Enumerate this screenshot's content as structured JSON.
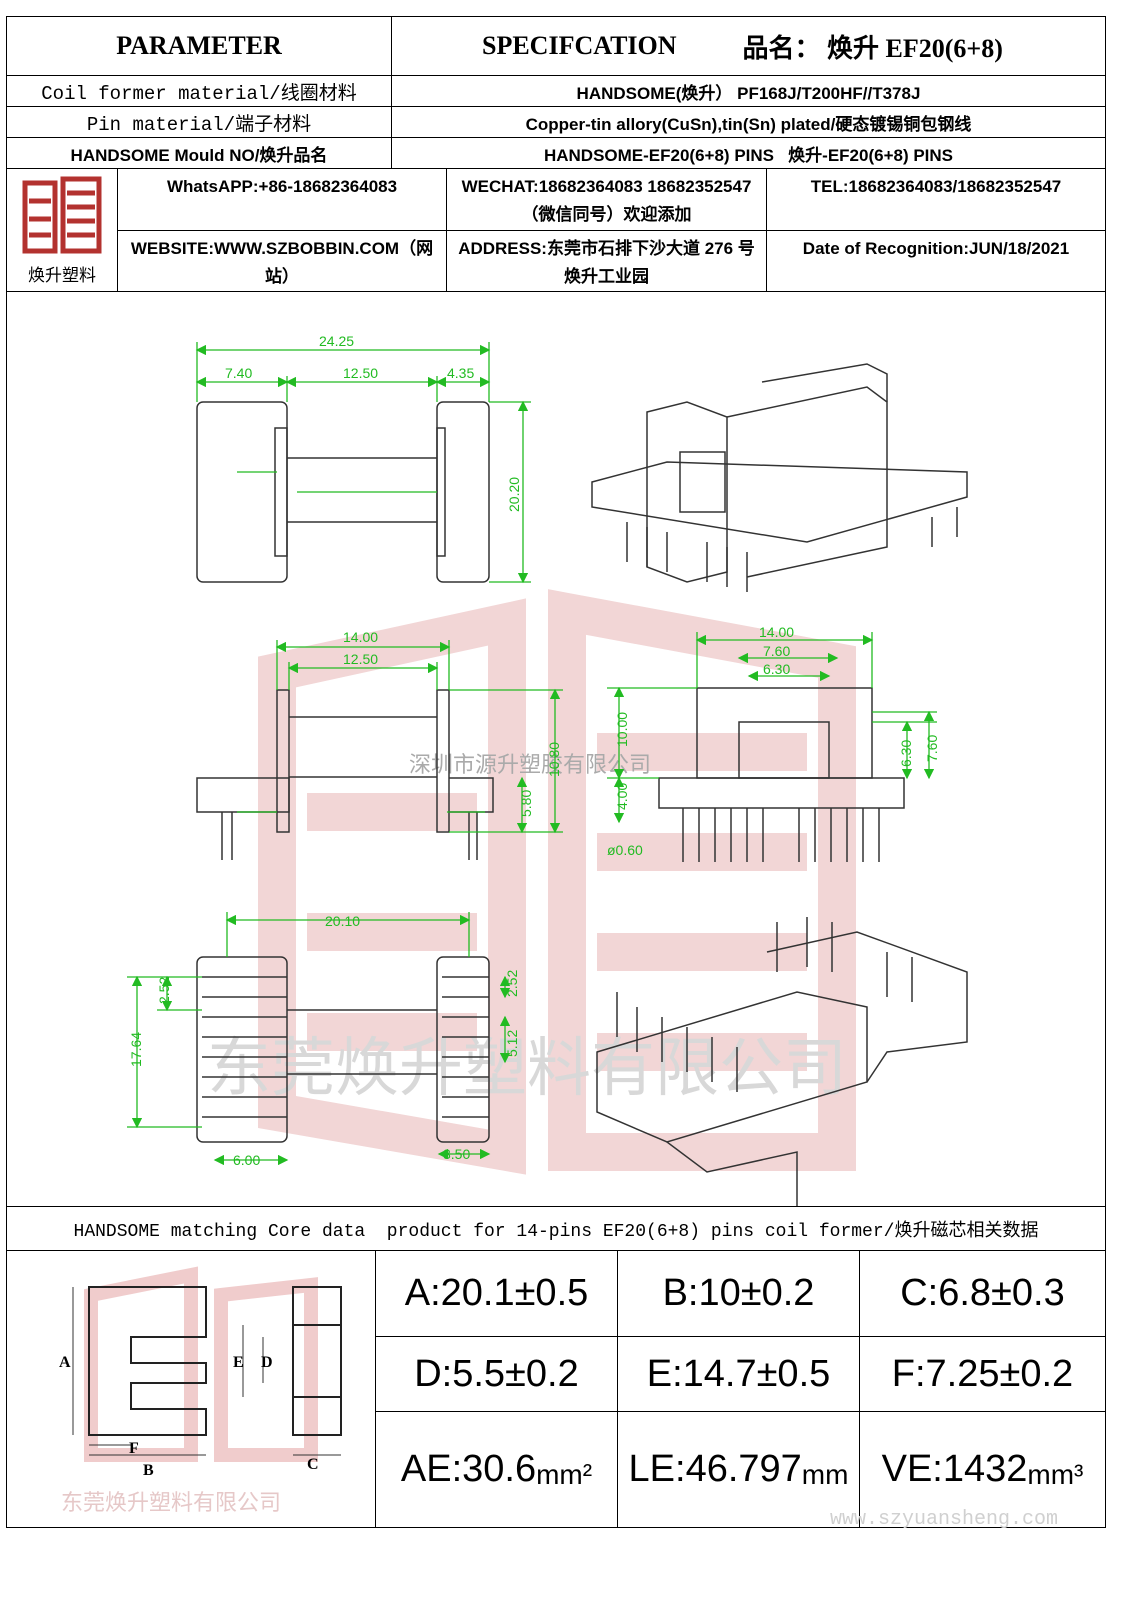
{
  "header": {
    "parameter": "PARAMETER",
    "specification": "SPECIFCATION",
    "product_name": "品名： 焕升 EF20(6+8)"
  },
  "rows": [
    {
      "label": "Coil former material/线圈材料",
      "value": "HANDSOME(焕升） PF168J/T200HF//T378J"
    },
    {
      "label": "Pin material/端子材料",
      "value": "Copper-tin allory(CuSn),tin(Sn) plated/硬态镀锡铜包钢线"
    },
    {
      "label": "HANDSOME Mould NO/焕升品名",
      "value": "HANDSOME-EF20(6+8) PINS   焕升-EF20(6+8) PINS"
    }
  ],
  "company": {
    "logo_text": "焕升塑料",
    "whatsapp": "WhatsAPP:+86-18682364083",
    "wechat": "WECHAT:18682364083 18682352547（微信同号）欢迎添加",
    "tel": "TEL:18682364083/18682352547",
    "website": "WEBSITE:WWW.SZBOBBIN.COM（网站）",
    "address": "ADDRESS:东莞市石排下沙大道 276 号焕升工业园",
    "date": "Date of Recognition:JUN/18/2021"
  },
  "drawing": {
    "dims": {
      "A": "24.25",
      "B": "7.40",
      "C": "12.50",
      "D": "4.35",
      "E": "20.20",
      "F": "14.00",
      "G": "12.50",
      "H": "10.80",
      "I": "5.80",
      "M": "14.00",
      "N": "7.60",
      "O": "6.30",
      "K": "10.00",
      "J": "4.00",
      "P": "6.30",
      "Q": "7.60",
      "L": "ø0.60",
      "R": "20.10",
      "S": "2.52",
      "T": "17.64",
      "U": "2.52",
      "V": "5.12",
      "W": "6.00",
      "X": "3.50"
    },
    "watermark_small": "深圳市源升塑胶有限公司",
    "watermark_large": "东莞焕升塑料有限公司"
  },
  "core": {
    "title": "HANDSOME matching Core data  product for 14-pins EF20(6+8) pins coil former/焕升磁芯相关数据",
    "values": [
      {
        "label": "A:20.1±0.5"
      },
      {
        "label": "B:10±0.2"
      },
      {
        "label": "C:6.8±0.3"
      },
      {
        "label": "D:5.5±0.2"
      },
      {
        "label": "E:14.7±0.5"
      },
      {
        "label": "F:7.25±0.2"
      },
      {
        "label": "AE:30.6",
        "unit": "mm²"
      },
      {
        "label": "LE:46.797",
        "unit": "mm"
      },
      {
        "label": "VE:1432",
        "unit": "mm³"
      }
    ],
    "core_letters": [
      "A",
      "E",
      "D",
      "F",
      "B",
      "C"
    ],
    "core_watermark": "东莞焕升塑料有限公司",
    "website_watermark": "www.szyuansheng.com"
  },
  "colors": {
    "dim": "#22bb22",
    "line": "#333333",
    "watermark": "#e4b8b8",
    "logo": "#b3322f"
  }
}
